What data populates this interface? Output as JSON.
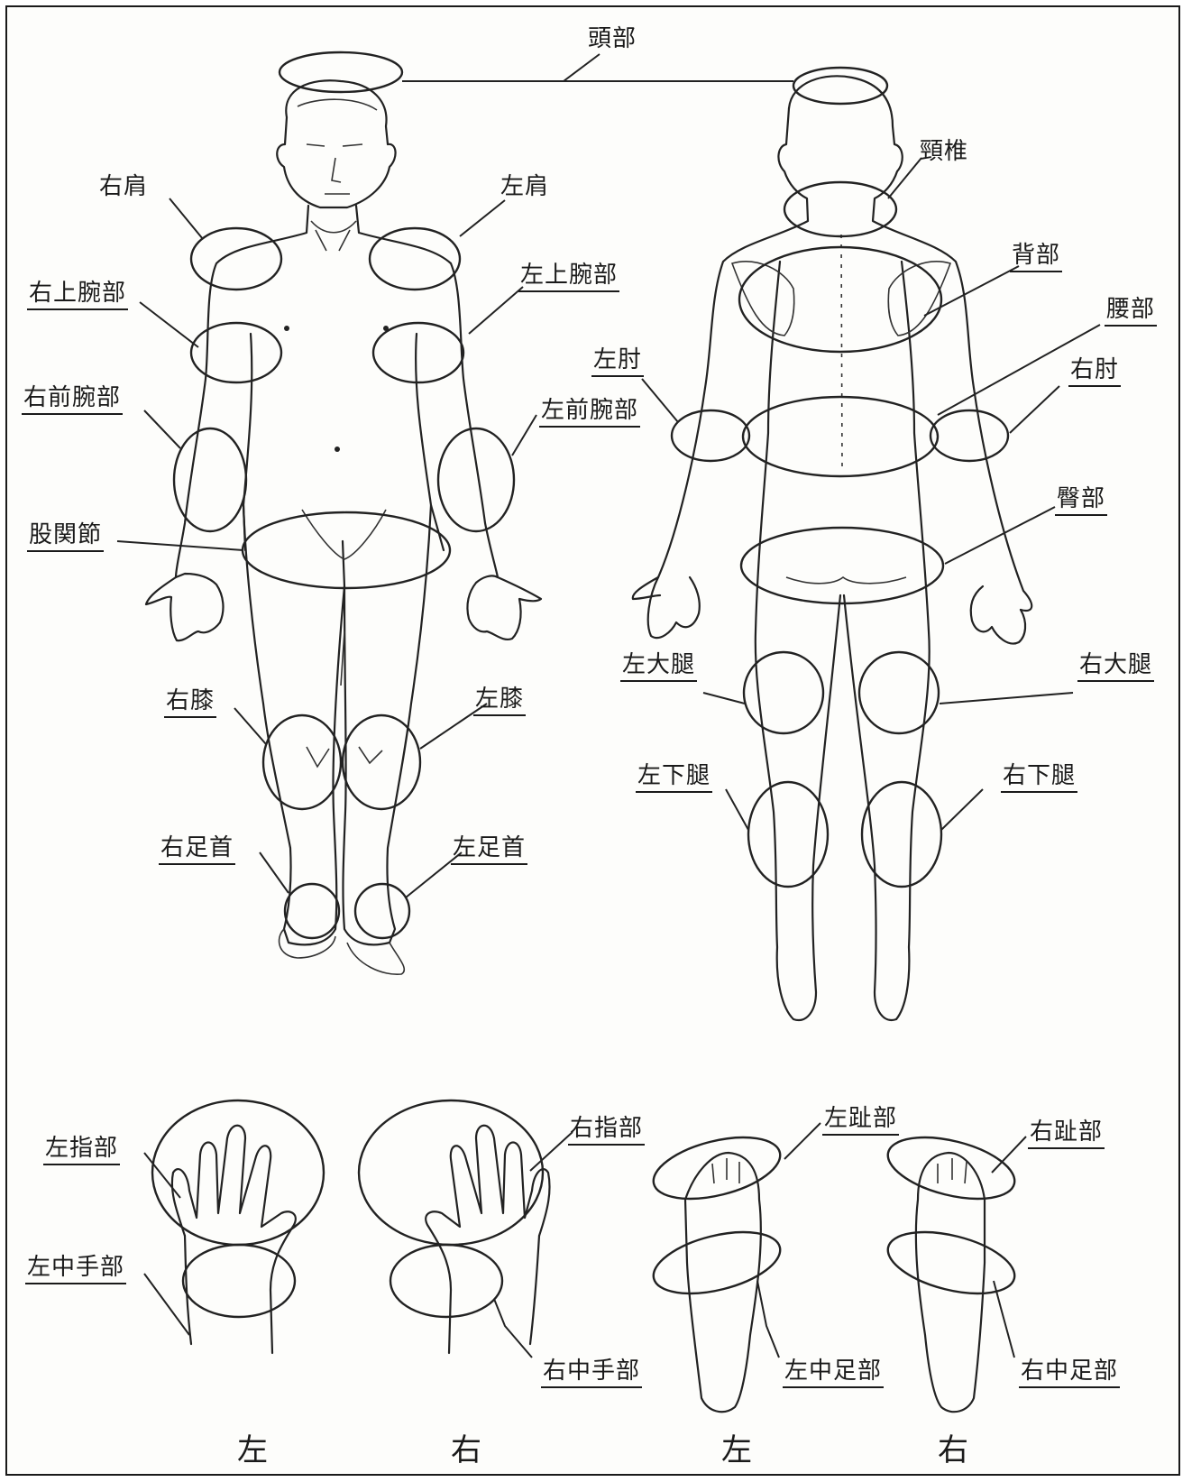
{
  "labels": {
    "head": "頭部",
    "cervical": "頸椎",
    "right_shoulder": "右肩",
    "left_shoulder": "左肩",
    "right_upper_arm": "右上腕部",
    "left_upper_arm": "左上腕部",
    "right_forearm": "右前腕部",
    "left_forearm": "左前腕部",
    "hip_joint": "股関節",
    "right_knee": "右膝",
    "left_knee": "左膝",
    "right_ankle": "右足首",
    "left_ankle": "左足首",
    "back": "背部",
    "lower_back": "腰部",
    "left_elbow": "左肘",
    "right_elbow": "右肘",
    "buttocks": "臀部",
    "left_thigh": "左大腿",
    "right_thigh": "右大腿",
    "left_lower_leg": "左下腿",
    "right_lower_leg": "右下腿",
    "left_fingers": "左指部",
    "right_fingers": "右指部",
    "left_metacarpal": "左中手部",
    "right_metacarpal": "右中手部",
    "left_toes": "左趾部",
    "right_toes": "右趾部",
    "left_metatarsal": "左中足部",
    "right_metatarsal": "右中足部"
  },
  "captions": {
    "hand_left": "左",
    "hand_right": "右",
    "foot_left": "左",
    "foot_right": "右"
  }
}
